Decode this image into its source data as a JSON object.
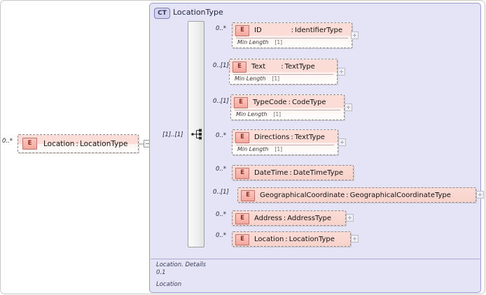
{
  "diagram": {
    "kind": "xsd-schema-diagram",
    "complex_type": {
      "badge": "CT",
      "title": "LocationType",
      "compositor": "sequence",
      "compositor_cardinality": "[1]..[1]",
      "annotation": {
        "line1": "Location. Details",
        "line2": "0.1",
        "line3": "Location"
      }
    },
    "root_element": {
      "badge": "E",
      "name": "Location",
      "separator": ":",
      "type": "LocationType",
      "cardinality": "0..*",
      "toggle": "minus",
      "optional": true
    },
    "children": [
      {
        "badge": "E",
        "name": "ID",
        "separator": ":",
        "type": "IdentifierType",
        "cardinality": "0..*",
        "optional": true,
        "has_expand": true,
        "facet": {
          "label": "Min Length",
          "value": "[1]"
        }
      },
      {
        "badge": "E",
        "name": "Text",
        "separator": ":",
        "type": "TextType",
        "cardinality": "0..[1]",
        "optional": true,
        "has_expand": true,
        "facet": {
          "label": "Min Length",
          "value": "[1]"
        }
      },
      {
        "badge": "E",
        "name": "TypeCode",
        "separator": ":",
        "type": "CodeType",
        "cardinality": "0..[1]",
        "optional": true,
        "has_expand": true,
        "facet": {
          "label": "Min Length",
          "value": "[1]"
        }
      },
      {
        "badge": "E",
        "name": "Directions",
        "separator": ":",
        "type": "TextType",
        "cardinality": "0..*",
        "optional": true,
        "has_expand": true,
        "facet": {
          "label": "Min Length",
          "value": "[1]"
        }
      },
      {
        "badge": "E",
        "name": "DateTime",
        "separator": ":",
        "type": "DateTimeType",
        "cardinality": "0..*",
        "optional": true,
        "has_expand": false,
        "facet": null
      },
      {
        "badge": "E",
        "name": "GeographicalCoordinate",
        "separator": ":",
        "type": "GeographicalCoordinateType",
        "cardinality": "0..[1]",
        "optional": true,
        "has_expand": true,
        "facet": null
      },
      {
        "badge": "E",
        "name": "Address",
        "separator": ":",
        "type": "AddressType",
        "cardinality": "0..*",
        "optional": true,
        "has_expand": true,
        "facet": null
      },
      {
        "badge": "E",
        "name": "Location",
        "separator": ":",
        "type": "LocationType",
        "cardinality": "0..*",
        "optional": true,
        "has_expand": true,
        "facet": null
      }
    ],
    "colors": {
      "element_fill": "#fbdcd6",
      "element_badge": "#f4a79d",
      "complextype_fill": "#e4e4f6",
      "complextype_border": "#9a9ad0",
      "canvas": "#ffffff"
    }
  }
}
